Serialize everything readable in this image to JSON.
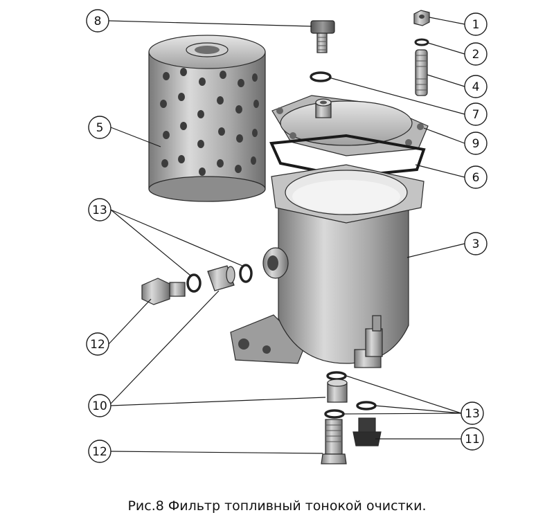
{
  "caption": "Рис.8 Фильтр топливный тонокой очистки.",
  "callouts": {
    "c1": "1",
    "c2": "2",
    "c3": "3",
    "c4": "4",
    "c5": "5",
    "c6": "6",
    "c7": "7",
    "c8": "8",
    "c9": "9",
    "c10": "10",
    "c11": "11",
    "c12a": "12",
    "c12b": "12",
    "c13a": "13",
    "c13b": "13"
  }
}
